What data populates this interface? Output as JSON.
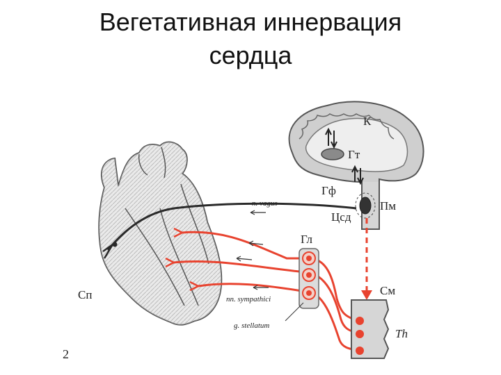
{
  "title": {
    "line1": "Вегетативная иннервация",
    "line2": "сердца"
  },
  "figure": {
    "number": "2",
    "labels": {
      "k": "К",
      "gt": "Гт",
      "gf": "Гф",
      "pm": "Пм",
      "tssd": "Цсд",
      "gl": "Гл",
      "sm": "См",
      "th": "Th",
      "sp": "Сп",
      "vagus": "n. vagus",
      "sympathici": "nn. sympathici",
      "stellatum": "g. stellatum"
    },
    "colors": {
      "sympathetic": "#e8432f",
      "vagus": "#2a2a2a",
      "tissue": "#c8c8c8",
      "outline": "#555555"
    },
    "icons": [
      "heart-drawing",
      "brain-drawing",
      "sympathetic-ganglion-chain",
      "spinal-cord-segment"
    ]
  }
}
